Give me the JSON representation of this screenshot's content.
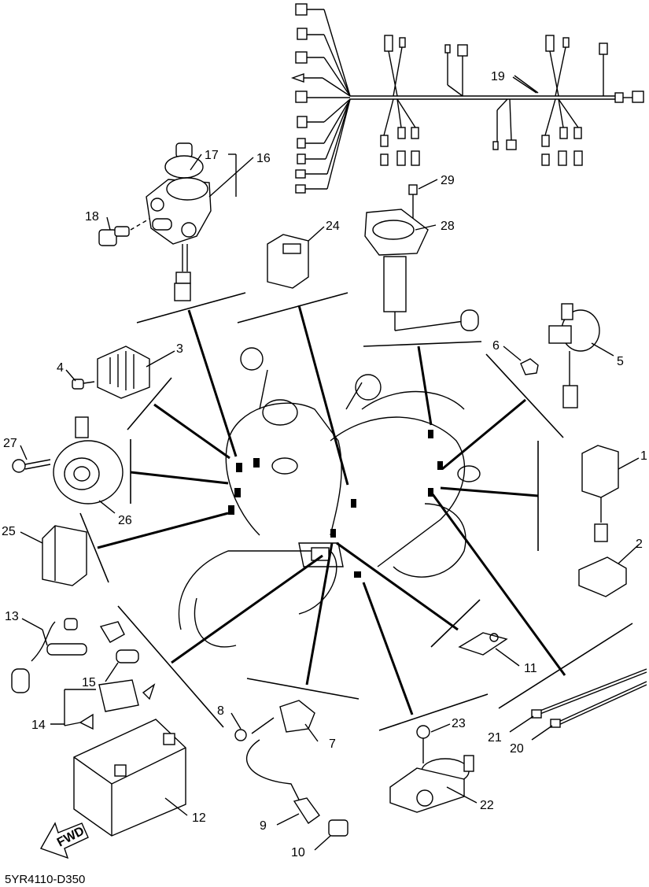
{
  "diagram_code": "5YR4110-D350",
  "fwd_label": "FWD",
  "callouts": {
    "c1": "1",
    "c2": "2",
    "c3": "3",
    "c4": "4",
    "c5": "5",
    "c6": "6",
    "c7": "7",
    "c8": "8",
    "c9": "9",
    "c10": "10",
    "c11": "11",
    "c12": "12",
    "c13": "13",
    "c14": "14",
    "c15": "15",
    "c16": "16",
    "c17": "17",
    "c18": "18",
    "c19": "19",
    "c20": "20",
    "c21": "21",
    "c22": "22",
    "c23": "23",
    "c24": "24",
    "c25": "25",
    "c26": "26",
    "c27": "27",
    "c28": "28",
    "c29": "29"
  }
}
